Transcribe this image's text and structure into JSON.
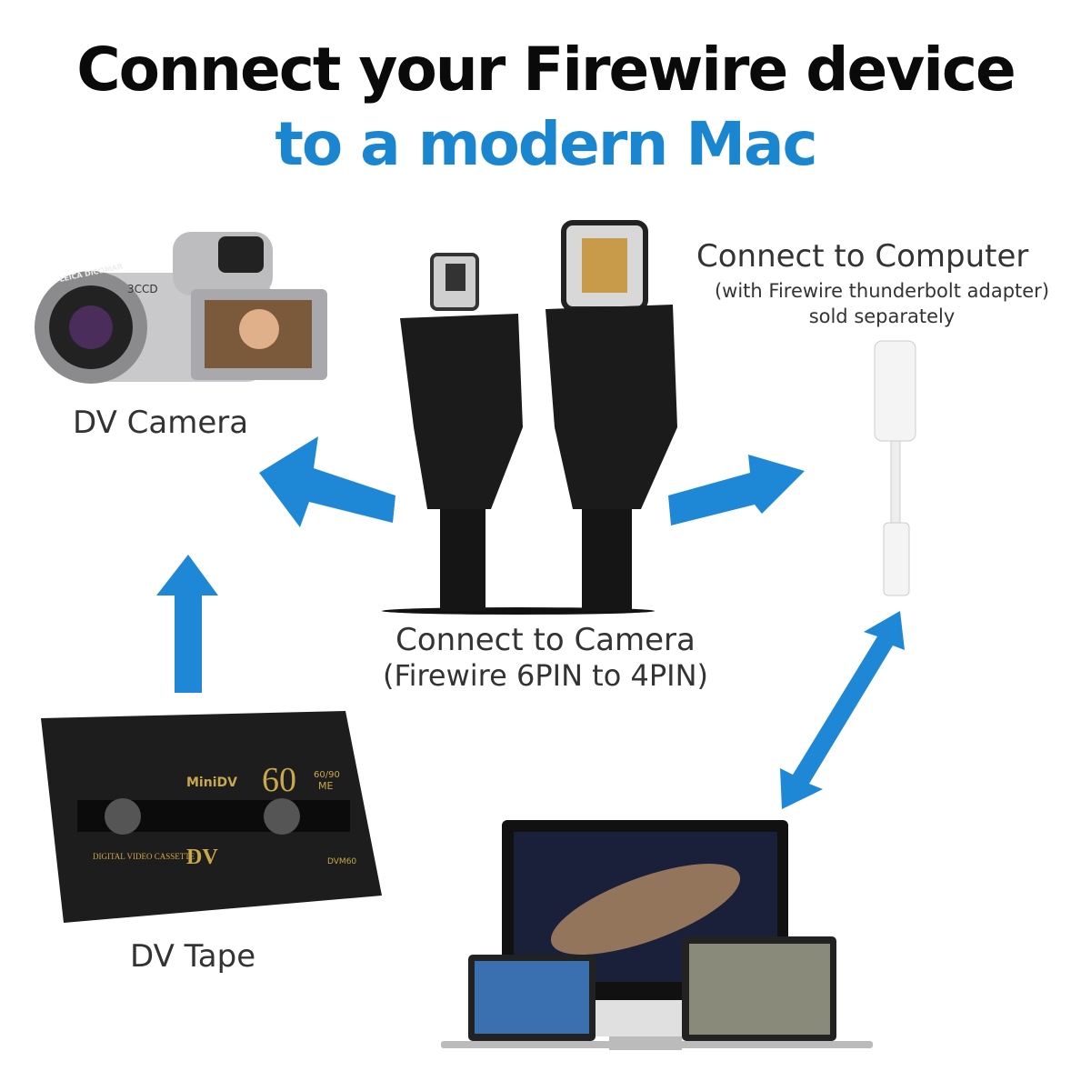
{
  "title": {
    "line1": "Connect your Firewire device",
    "line2": "to a modern Mac"
  },
  "labels": {
    "camera": "DV Camera",
    "tape": "DV Tape",
    "computer_title": "Connect to Computer",
    "computer_sub1": "(with Firewire thunderbolt adapter)",
    "computer_sub2": "sold separately",
    "cable_title": "Connect to Camera",
    "cable_sub": "(Firewire 6PIN to 4PIN)"
  },
  "tape_print": {
    "brand": "MiniDV",
    "minutes": "60",
    "rating": "60/90",
    "type": "ME",
    "cassette": "DIGITAL VIDEO CASSETTE",
    "logo": "DV",
    "model": "DVM60"
  },
  "camera_print": {
    "brand": "LEICA DICOMAR",
    "badge": "3CCD"
  },
  "colors": {
    "accent": "#1a86cf",
    "arrow": "#1e88d6",
    "title": "#0a0a0a",
    "label": "#333333"
  },
  "icons": [
    "arrow-left-icon",
    "arrow-right-icon",
    "arrow-up-icon",
    "double-arrow-icon"
  ]
}
